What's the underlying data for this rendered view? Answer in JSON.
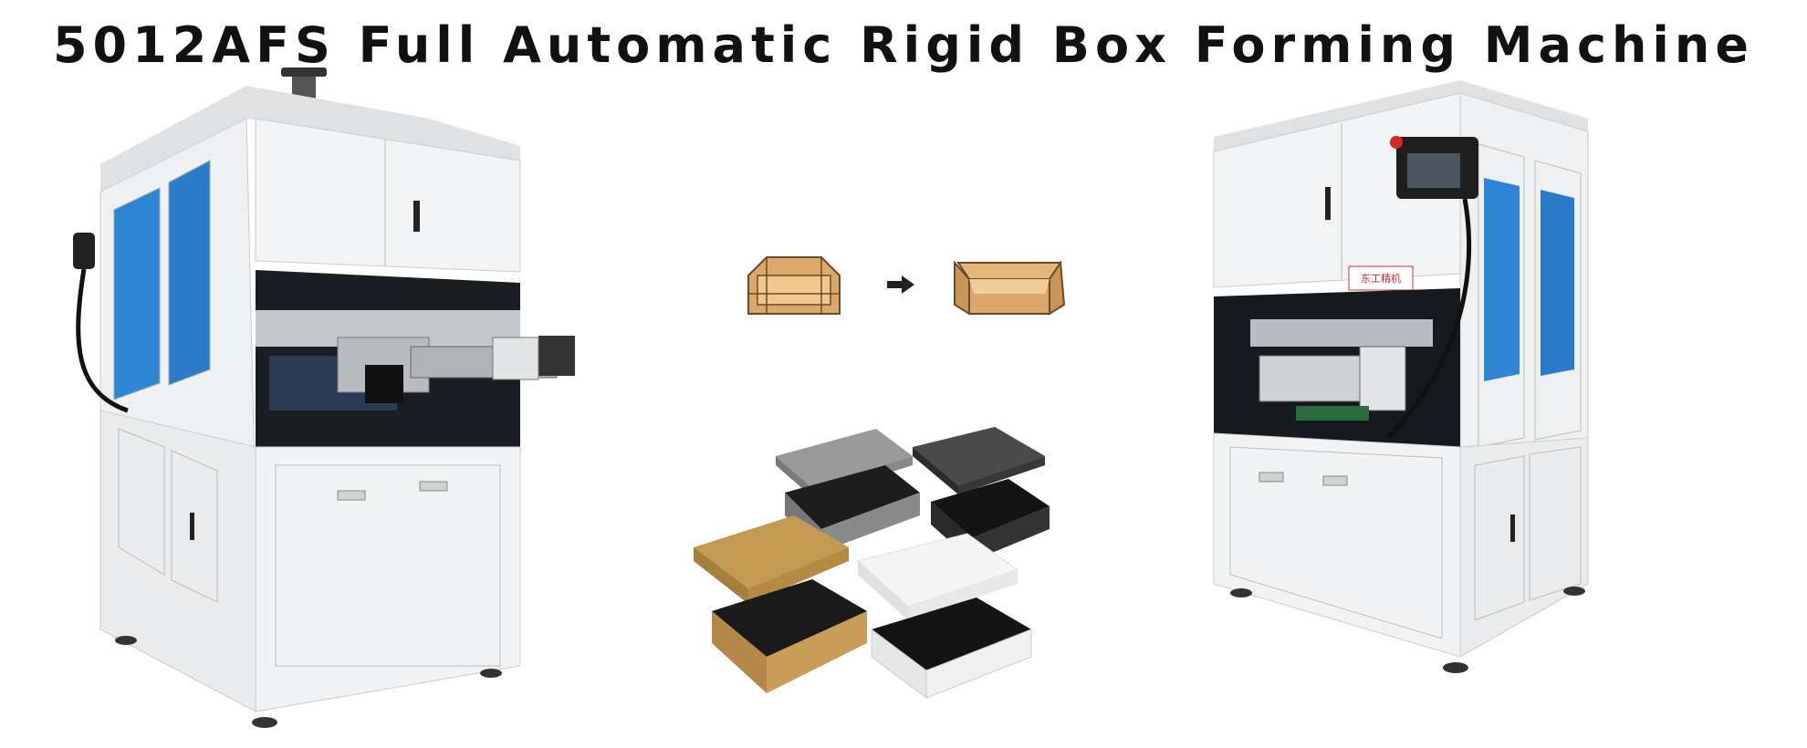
{
  "header": {
    "title": "5012AFS Full Automatic Rigid Box Forming Machine"
  },
  "left_machine": {
    "kind": "rigid box forming machine, front-left view"
  },
  "right_machine": {
    "kind": "rigid box forming machine, front-right view",
    "brand_plate": "东工精机"
  },
  "process_diagram": {
    "from": "flat folded box",
    "arrow": "arrow-right-icon",
    "to": "formed rigid box"
  },
  "sample_boxes": [
    {
      "color": "#9a9a9a",
      "name": "grey box"
    },
    {
      "color": "#3a3a3a",
      "name": "black box"
    },
    {
      "color": "#c49a52",
      "name": "kraft box"
    },
    {
      "color": "#f2f2f2",
      "name": "white box"
    }
  ],
  "colors": {
    "panel_blue": "#2d86d2",
    "body_white": "#f1f2f3",
    "frame_grey": "#d4d6d8"
  }
}
